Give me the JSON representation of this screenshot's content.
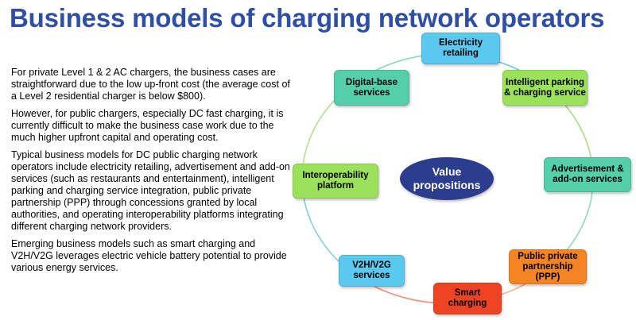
{
  "slide": {
    "title": "Business models of charging network operators",
    "paragraphs": [
      "For private Level 1 & 2 AC chargers, the business cases are straightforward due to the low up-front cost (the average cost of a Level 2 residential charger is below $800).",
      "However, for public chargers, especially DC fast charging, it is currently difficult to make the business case work due to the much higher upfront capital and operating cost.",
      "Typical business models for DC public charging network operators include electricity retailing, advertisement and add-on services (such as restaurants and entertainment), intelligent parking and charging service integration, public private partnership (PPP) through concessions granted by local authorities, and operating interoperability platforms integrating different charging network providers.",
      "Emerging business models such as smart charging and V2H/V2G leverages electric vehicle battery potential to provide various energy services."
    ]
  },
  "diagram": {
    "center": "Value propositions",
    "nodes": [
      {
        "label": "Electricity retailing",
        "color": "#5bc8ee"
      },
      {
        "label": "Intelligent parking & charging service",
        "color": "#9be15a"
      },
      {
        "label": "Advertisement & add-on services",
        "color": "#55cfaa"
      },
      {
        "label": "Public private partnership (PPP)",
        "color": "#f58522"
      },
      {
        "label": "Smart charging",
        "color": "#ee4423"
      },
      {
        "label": "V2H/V2G services",
        "color": "#5bc8ee"
      },
      {
        "label": "Interoperability platform",
        "color": "#9be15a"
      },
      {
        "label": "Digital-base services",
        "color": "#55cfaa"
      }
    ]
  }
}
